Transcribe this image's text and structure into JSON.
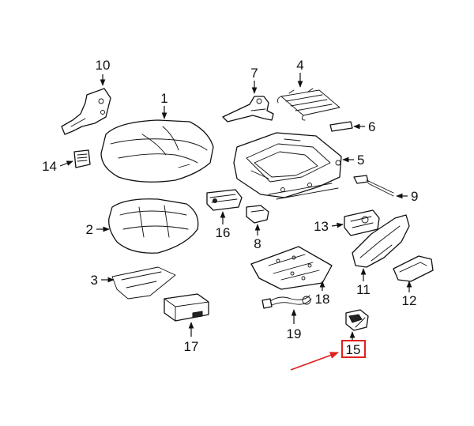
{
  "callouts": {
    "c1": "1",
    "c2": "2",
    "c3": "3",
    "c4": "4",
    "c5": "5",
    "c6": "6",
    "c7": "7",
    "c8": "8",
    "c9": "9",
    "c10": "10",
    "c11": "11",
    "c12": "12",
    "c13": "13",
    "c14": "14",
    "c15": "15",
    "c16": "16",
    "c17": "17",
    "c18": "18",
    "c19": "19"
  },
  "highlight": {
    "callout": "15",
    "box_color": "#e02020",
    "arrow_color": "#e02020"
  }
}
